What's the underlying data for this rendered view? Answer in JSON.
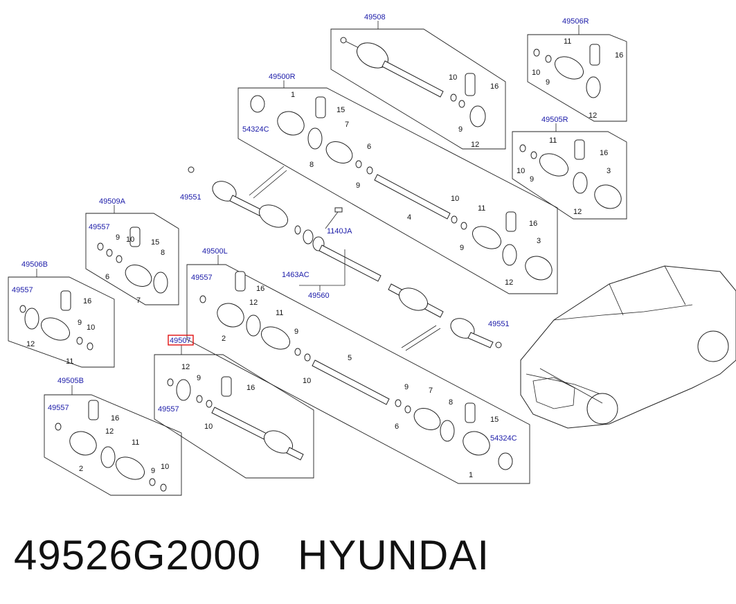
{
  "caption": "49526G2000   HYUNDAI",
  "highlight": {
    "label": "49507",
    "color": "#e01010"
  },
  "colors": {
    "reference_text": "#1a1aa8",
    "part_number_text": "#111111",
    "highlight": "#e01010"
  },
  "groups": {
    "g49508": {
      "label": "49508"
    },
    "g49506R": {
      "label": "49506R"
    },
    "g49500R": {
      "label": "49500R"
    },
    "g49505R": {
      "label": "49505R"
    },
    "g49509A": {
      "label": "49509A"
    },
    "g49500L": {
      "label": "49500L"
    },
    "g49506B": {
      "label": "49506B"
    },
    "g49505B": {
      "label": "49505B"
    }
  },
  "references": {
    "r49551a": "49551",
    "r49551b": "49551",
    "r1140JA": "1140JA",
    "r1463AC": "1463AC",
    "r49560": "49560",
    "r54324C_top": "54324C",
    "r54324C_bot": "54324C",
    "r49557_509": "49557",
    "r49557_500L": "49557",
    "r49557_506B": "49557",
    "r49557_505B": "49557",
    "r49557_507": "49557"
  },
  "part_numbers": {
    "n1": "1",
    "n2": "2",
    "n3": "3",
    "n4": "4",
    "n5": "5",
    "n6": "6",
    "n7": "7",
    "n8": "8",
    "n9": "9",
    "n10": "10",
    "n11": "11",
    "n12": "12",
    "n15": "15",
    "n16": "16"
  }
}
